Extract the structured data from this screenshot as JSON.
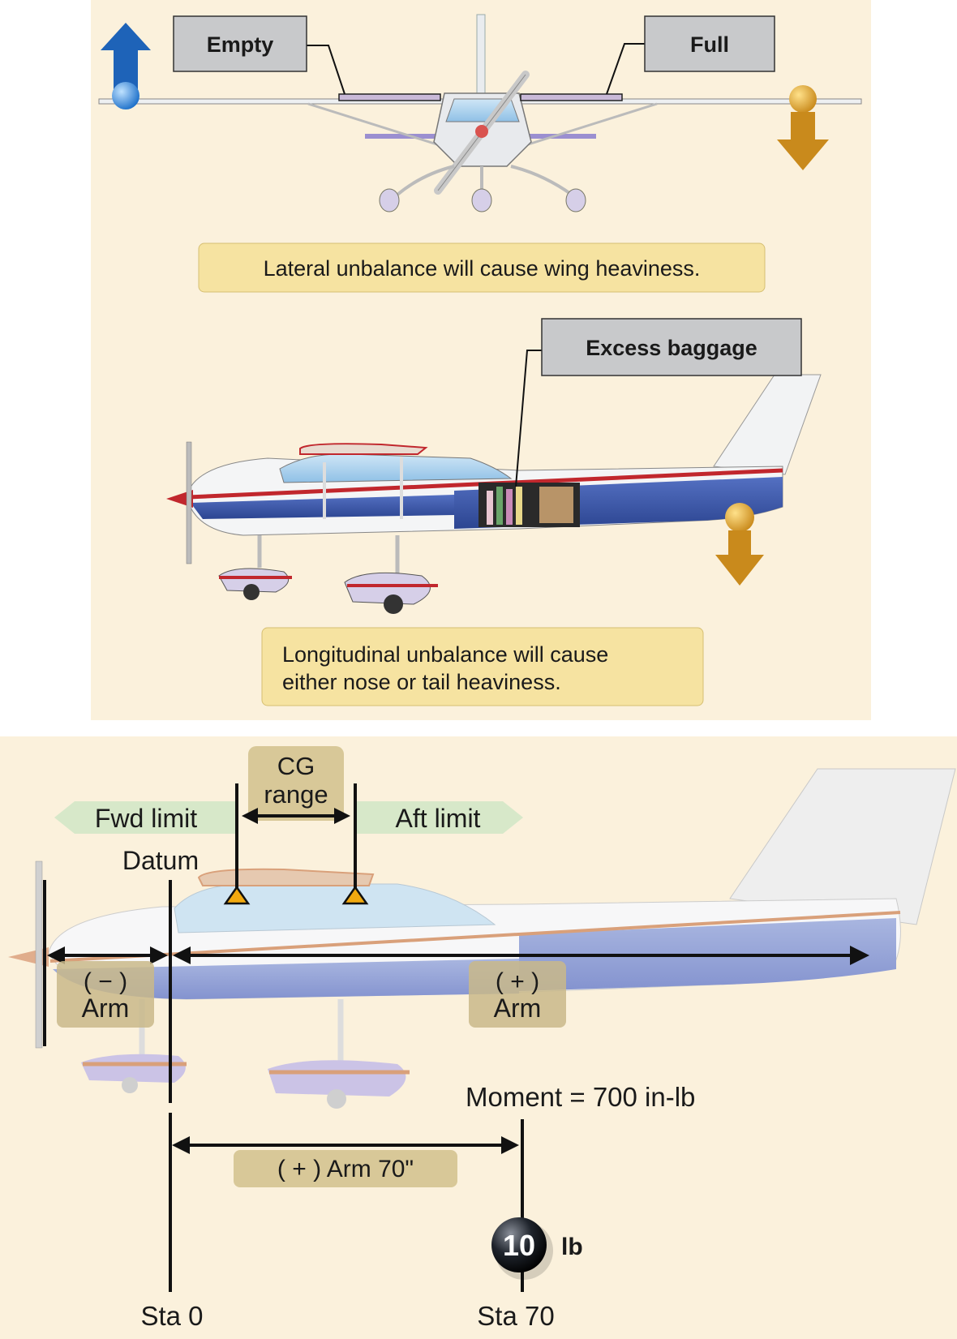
{
  "top_panel": {
    "label_empty": "Empty",
    "label_full": "Full",
    "caption_lateral": "Lateral unbalance will cause wing heaviness.",
    "label_baggage": "Excess baggage",
    "caption_longitudinal_line1": "Longitudinal unbalance will cause",
    "caption_longitudinal_line2": "either nose or tail heaviness."
  },
  "bottom_panel": {
    "cg_line1": "CG",
    "cg_line2": "range",
    "fwd_limit": "Fwd limit",
    "aft_limit": "Aft limit",
    "datum": "Datum",
    "neg_arm_line1": "( − )",
    "neg_arm_line2": "Arm",
    "pos_arm_line1": "( + )",
    "pos_arm_line2": "Arm",
    "moment": "Moment = 700 in-lb",
    "arm70": "( + ) Arm 70\"",
    "weight_value": "10",
    "weight_unit": "lb",
    "sta0": "Sta 0",
    "sta70": "Sta 70"
  },
  "colors": {
    "panel_bg": "#fbf1dc",
    "caption_fill": "#f6e3a1",
    "callout_fill": "#c8c9cb",
    "tan_label": "#d8c898",
    "green_arrow": "#d7e8c9",
    "up_arrow": "#1e63b8",
    "down_arrow": "#c98a1c",
    "fuselage_blue": "#3a57a8",
    "stripe_red": "#c1272d"
  },
  "icons": [
    "up-arrow-icon",
    "down-arrow-icon",
    "weight-ball-icon",
    "propeller-icon"
  ]
}
